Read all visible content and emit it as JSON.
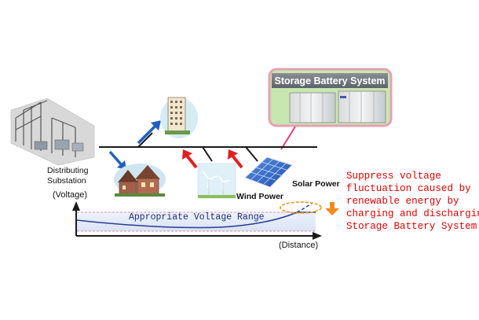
{
  "labels": {
    "storage_battery_system": "Storage Battery System",
    "distributing_substation_line1": "Distributing",
    "distributing_substation_line2": "Substation",
    "wind_power": "Wind Power",
    "solar_power": "Solar Power",
    "voltage_axis": "(Voltage)",
    "distance_axis": "(Distance)",
    "appropriate_voltage_range": "Appropriate Voltage Range"
  },
  "note_lines": [
    "Suppress voltage",
    "fluctuation caused by",
    "renewable energy by",
    "charging and discharging",
    "Storage Battery System."
  ],
  "colors": {
    "note_text": "#e00000",
    "power_flow_out": "#2060c0",
    "power_flow_in": "#e02020",
    "storage_panel": "#c8e6b0",
    "storage_border": "#e05a80",
    "range_band": "#dfe8f6"
  }
}
